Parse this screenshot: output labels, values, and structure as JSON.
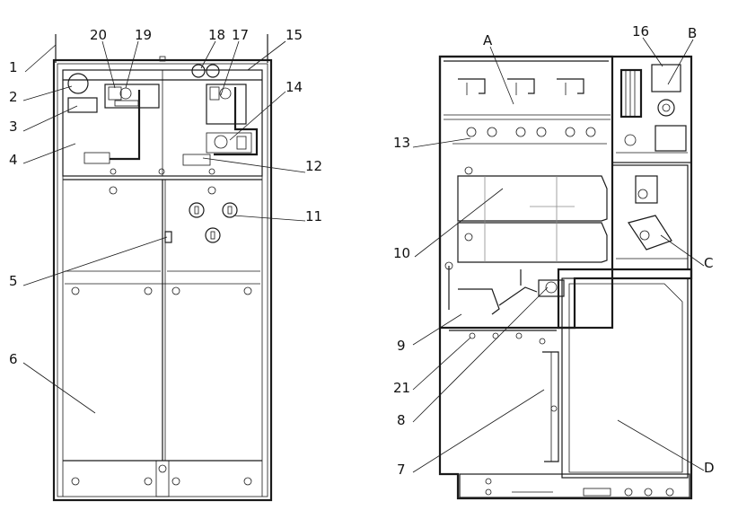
{
  "labels": {
    "l1": "1",
    "l2": "2",
    "l3": "3",
    "l4": "4",
    "l5": "5",
    "l6": "6",
    "l7": "7",
    "l8": "8",
    "l9": "9",
    "l10": "10",
    "l11": "11",
    "l12": "12",
    "l13": "13",
    "l14": "14",
    "l15": "15",
    "l16": "16",
    "l17": "17",
    "l18": "18",
    "l19": "19",
    "l20": "20",
    "l21": "21",
    "lA": "A",
    "lB": "B",
    "lC": "C",
    "lD": "D"
  },
  "colors": {
    "line": "#1a1a1a",
    "grey": "#8a8a8a",
    "background": "#ffffff"
  }
}
